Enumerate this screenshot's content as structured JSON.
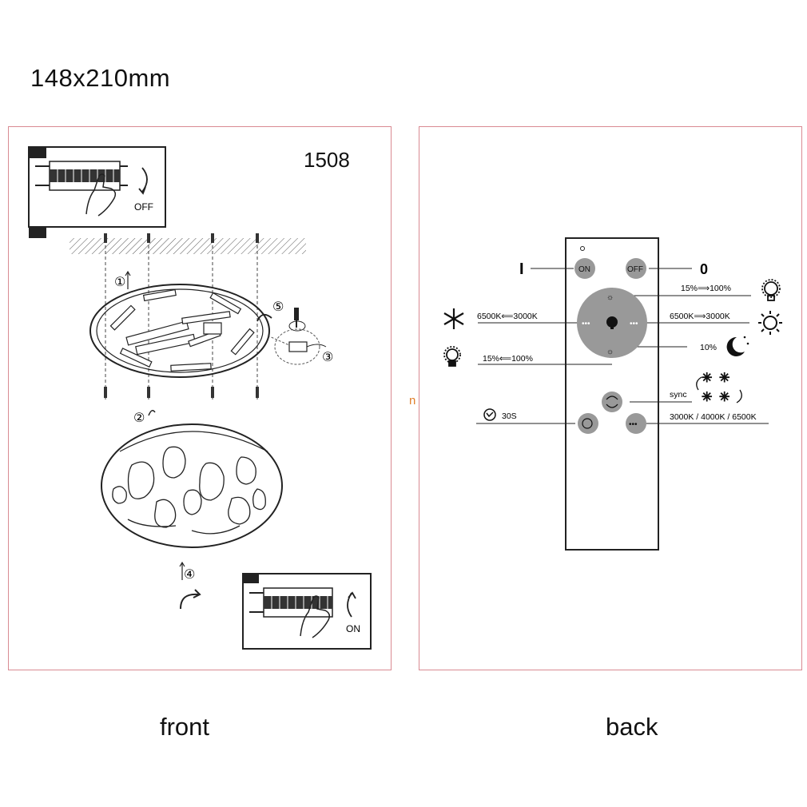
{
  "header": {
    "size": "148x210mm"
  },
  "front": {
    "caption": "front",
    "model": "1508",
    "off_label": "OFF",
    "on_label": "ON",
    "steps": [
      "①",
      "②",
      "③",
      "④",
      "⑤"
    ]
  },
  "back": {
    "caption": "back",
    "remote": {
      "on_button": "ON",
      "off_button": "OFF",
      "power_on_symbol": "I",
      "power_off_symbol": "0"
    },
    "labels": {
      "brightness_up": "15%⟹100%",
      "cold": "6500K⟸3000K",
      "warm": "6500K⟹3000K",
      "brightness_down": "15%⟸100%",
      "night": "10%",
      "sync": "sync",
      "timer": "30S",
      "cct": "3000K / 4000K / 6500K"
    },
    "icons": [
      "snowflake-icon",
      "sun-icon",
      "moon-icon",
      "bulb-icon",
      "timer-icon",
      "sync-icon"
    ]
  },
  "stray_mark": "n"
}
